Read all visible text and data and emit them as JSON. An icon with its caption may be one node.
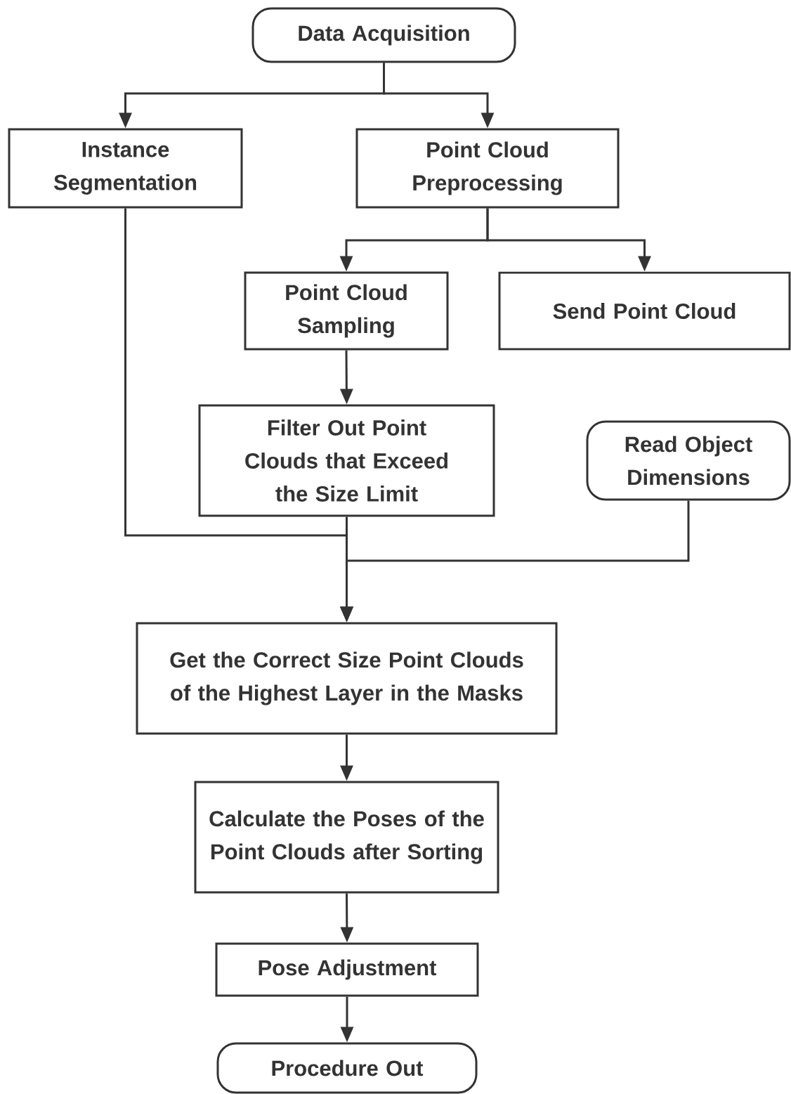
{
  "diagram": {
    "nodes": [
      {
        "text": [
          "Data Acquisition"
        ]
      },
      {
        "text": [
          "Instance Segmentation"
        ]
      },
      {
        "text": [
          "Point Cloud Preprocessing"
        ]
      },
      {
        "text": [
          "Point Cloud Sampling"
        ]
      },
      {
        "text": [
          "Send Point Cloud"
        ]
      },
      {
        "text": [
          "Filter Out Point Clouds that Exceed the Size Limit"
        ]
      },
      {
        "text": [
          "Read Object Dimensions"
        ]
      },
      {
        "text": [
          "Get the Correct Size Point Clouds of the Highest Layer in the Masks"
        ]
      },
      {
        "text": [
          "Calculate the Poses of the Point Clouds after Sorting"
        ]
      },
      {
        "text": [
          "Pose Adjustment"
        ]
      },
      {
        "text": [
          "Procedure Out"
        ]
      }
    ],
    "edges": [
      {
        "from": 0,
        "to": 1,
        "arrow": "to"
      },
      {
        "from": 0,
        "to": 2,
        "arrow": "to"
      },
      {
        "from": 2,
        "to": 3,
        "arrow": "to"
      },
      {
        "from": 2,
        "to": 4,
        "arrow": "to"
      },
      {
        "from": 3,
        "to": 5,
        "arrow": "to"
      },
      {
        "from": 1,
        "to": 7,
        "arrow": "to"
      },
      {
        "from": 5,
        "to": 7,
        "arrow": "to"
      },
      {
        "from": 6,
        "to": 7,
        "arrow": "to"
      },
      {
        "from": 7,
        "to": 8,
        "arrow": "to"
      },
      {
        "from": 8,
        "to": 9,
        "arrow": "to"
      },
      {
        "from": 9,
        "to": 10,
        "arrow": "to"
      }
    ]
  }
}
